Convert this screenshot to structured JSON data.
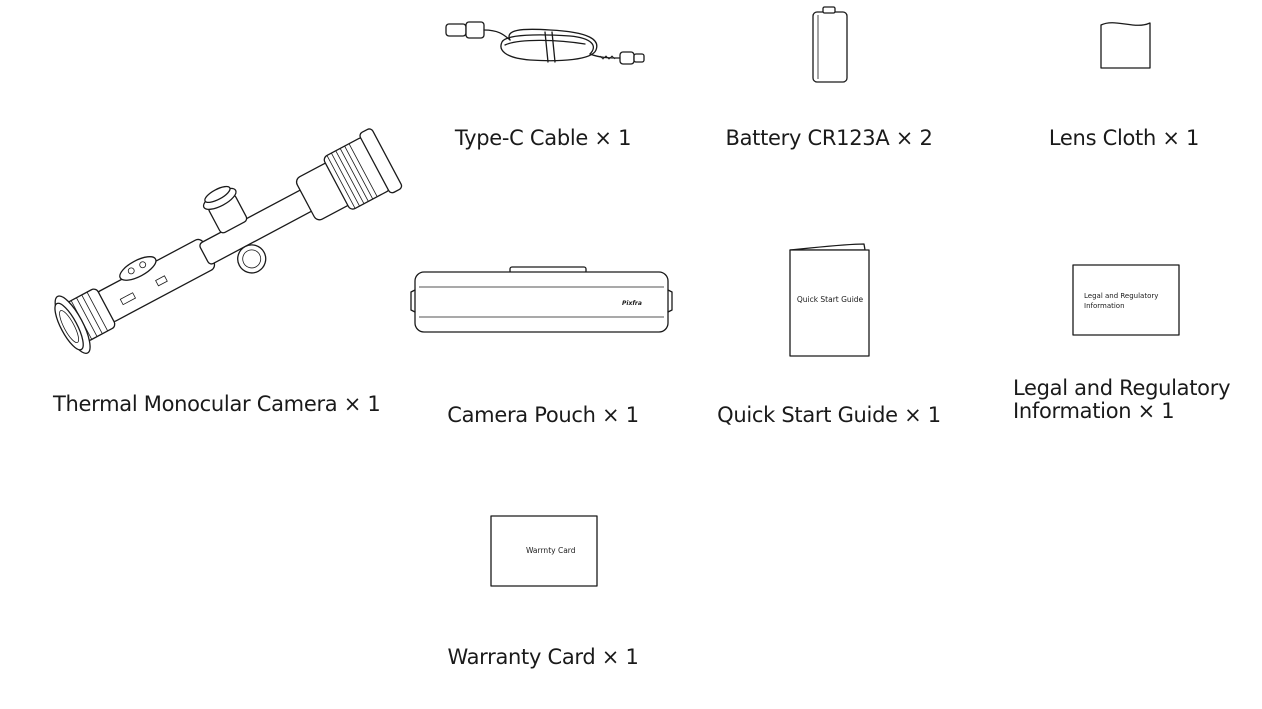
{
  "items": {
    "camera": {
      "label": "Thermal Monocular Camera × 1",
      "icon": "thermal-monocular-icon"
    },
    "cable": {
      "label": "Type-C Cable × 1",
      "icon": "type-c-cable-icon"
    },
    "battery": {
      "label": "Battery CR123A × 2",
      "icon": "battery-icon"
    },
    "cloth": {
      "label": "Lens Cloth × 1",
      "icon": "lens-cloth-icon"
    },
    "pouch": {
      "label": "Camera Pouch × 1",
      "icon": "camera-pouch-icon",
      "brand_text": "Pixfra"
    },
    "guide": {
      "label": "Quick Start Guide × 1",
      "icon": "quick-start-guide-icon",
      "cover_text": "Quick Start Guide"
    },
    "legal": {
      "label_line1": "Legal and Regulatory",
      "label_line2": "Information × 1",
      "icon": "legal-info-icon",
      "cover_line1": "Legal and Regulatory",
      "cover_line2": "Information"
    },
    "warranty": {
      "label": "Warranty Card × 1",
      "icon": "warranty-card-icon",
      "cover_text": "Warrnty Card"
    }
  },
  "colors": {
    "line": "#1a1a1a",
    "background": "#ffffff"
  }
}
